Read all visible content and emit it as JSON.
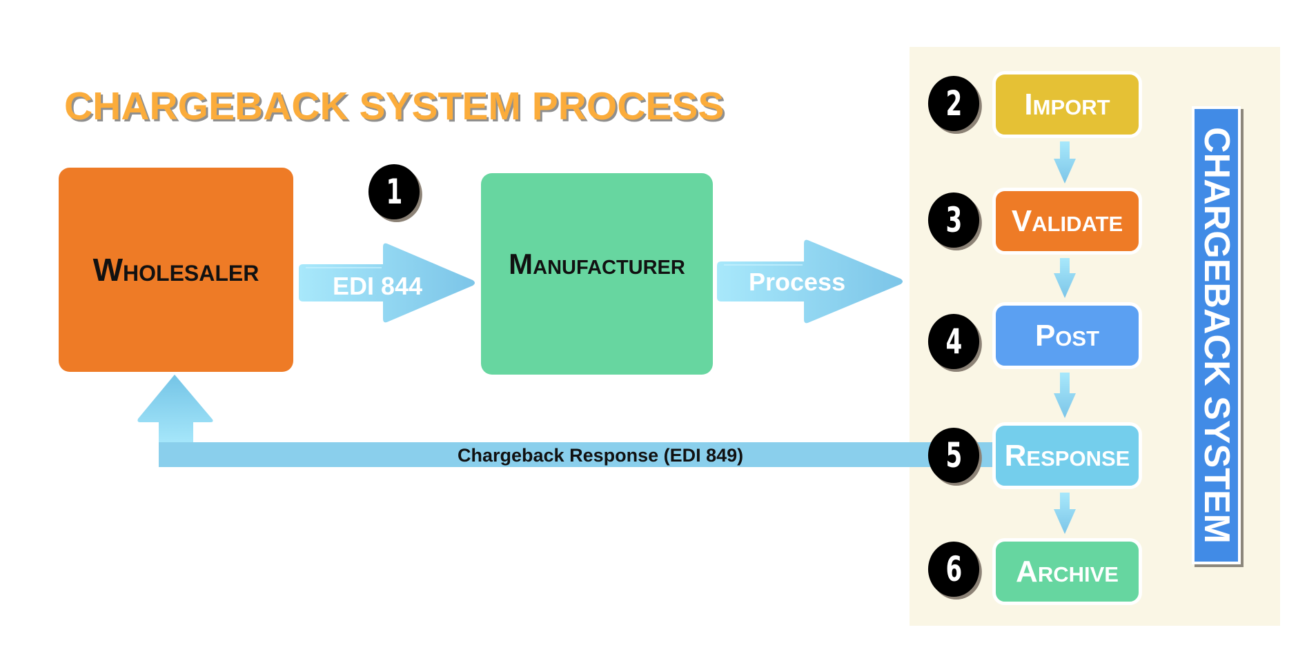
{
  "title": "CHARGEBACK SYSTEM PROCESS",
  "colors": {
    "title": "#FBAC3B",
    "wholesaler": "#EE7B26",
    "manufacturer": "#67D6A0",
    "arrow": "#8ACFEC",
    "panel": "#FAF6E5",
    "system_label": "#418BE6"
  },
  "entities": {
    "wholesaler": "Wholesaler",
    "manufacturer": "Manufacturer"
  },
  "flow": {
    "step1_number": "1",
    "edi_arrow_label": "EDI 844",
    "process_arrow_label": "Process",
    "response_label": "Chargeback Response (EDI 849)"
  },
  "system": {
    "label": "CHARGEBACK SYSTEM",
    "steps": [
      {
        "number": "2",
        "label": "Import",
        "color": "#E5C135"
      },
      {
        "number": "3",
        "label": "Validate",
        "color": "#EE7B26"
      },
      {
        "number": "4",
        "label": "Post",
        "color": "#5BA0F2"
      },
      {
        "number": "5",
        "label": "Response",
        "color": "#74CEEC"
      },
      {
        "number": "6",
        "label": "Archive",
        "color": "#66D6A0"
      }
    ]
  }
}
